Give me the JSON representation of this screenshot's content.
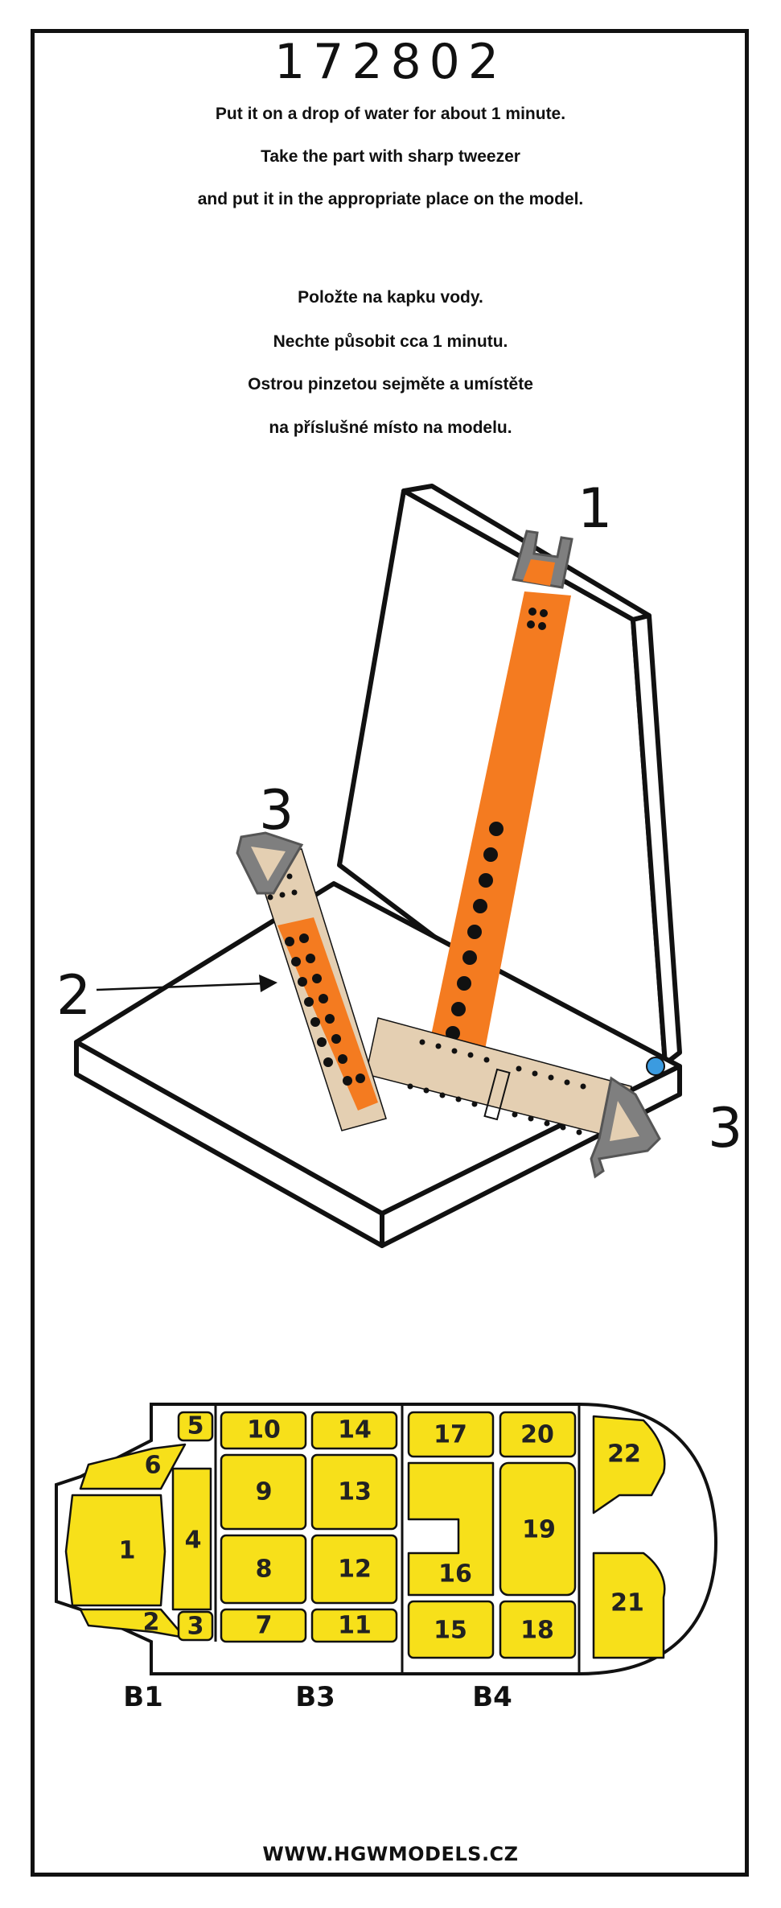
{
  "product_code": "172802",
  "instructions_en": [
    "Put it on a drop of water for about 1 minute.",
    "Take the part with sharp tweezer",
    "and put it in the appropriate place on the model."
  ],
  "instructions_cz": [
    "Položte na kapku vody.",
    "Nechte působit cca 1 minutu.",
    "Ostrou pinzetou sejměte a umístěte",
    "na příslušné místo na modelu."
  ],
  "diagram": {
    "callouts": [
      "1",
      "2",
      "3",
      "3"
    ]
  },
  "fret": {
    "parts": [
      "1",
      "2",
      "3",
      "4",
      "5",
      "6",
      "7",
      "8",
      "9",
      "10",
      "11",
      "12",
      "13",
      "14",
      "15",
      "16",
      "17",
      "18",
      "19",
      "20",
      "21",
      "22"
    ],
    "groups": [
      "B1",
      "B3",
      "B4"
    ],
    "colors": {
      "part_fill": "#f7e01a",
      "outline": "#111111"
    }
  },
  "footer": "WWW.HGWMODELS.CZ",
  "colors": {
    "orange": "#f47b20",
    "tan": "#e4cfb2",
    "steel": "#7f7f7f",
    "blue": "#3b9be0"
  }
}
